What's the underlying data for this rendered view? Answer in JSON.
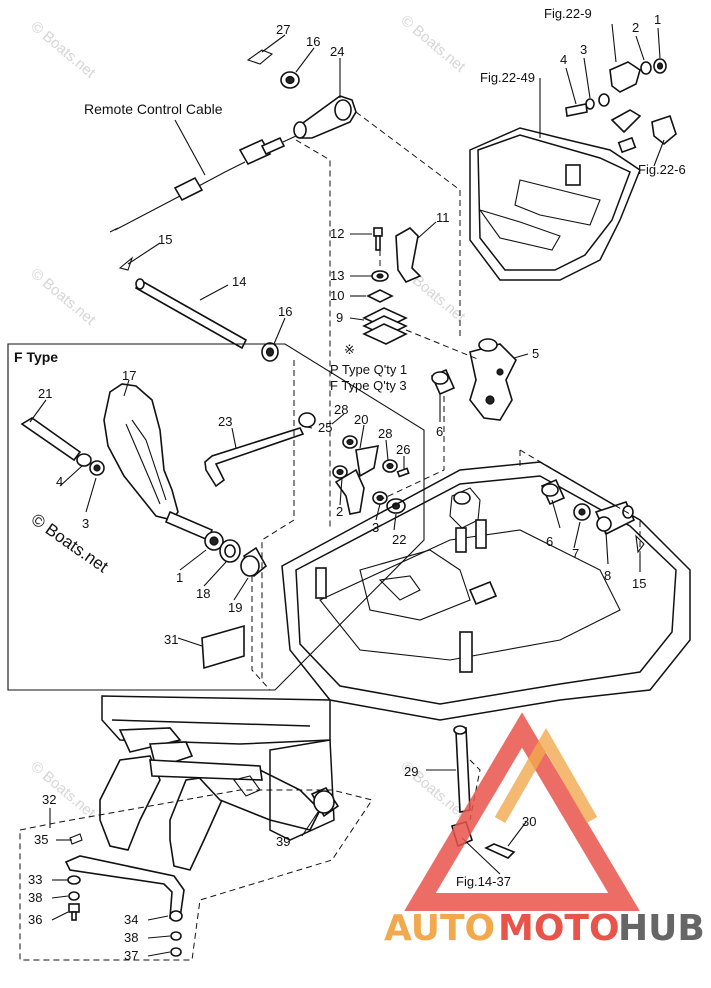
{
  "watermark": "© Boats.net",
  "captions": {
    "remote_control_cable": "Remote Control Cable",
    "f_type": "F Type",
    "fig_22_9": "Fig.22-9",
    "fig_22_49": "Fig.22-49",
    "fig_22_6": "Fig.22-6",
    "fig_14_37": "Fig.14-37",
    "p_type": "P Type  Q'ty 1",
    "f_type_qty": "F Type  Q'ty 3",
    "note_mark": "※"
  },
  "callouts": {
    "c1": "1",
    "c2": "2",
    "c3": "3",
    "c4": "4",
    "c5": "5",
    "c6": "6",
    "c7": "7",
    "c8": "8",
    "c9": "9",
    "c10": "10",
    "c11": "11",
    "c12": "12",
    "c13": "13",
    "c14": "14",
    "c15": "15",
    "c16": "16",
    "c17": "17",
    "c18": "18",
    "c19": "19",
    "c20": "20",
    "c21": "21",
    "c22": "22",
    "c23": "23",
    "c24": "24",
    "c25": "25",
    "c26": "26",
    "c27": "27",
    "c28": "28",
    "c29": "29",
    "c30": "30",
    "c31": "31",
    "c32": "32",
    "c33": "33",
    "c34": "34",
    "c35": "35",
    "c36": "36",
    "c37": "37",
    "c38": "38",
    "c39": "39"
  },
  "logo": {
    "auto": "AUTO",
    "moto": "MOTO",
    "hub": "HUB",
    "colors": {
      "orange": "#f2a94e",
      "red": "#e8534a",
      "gray": "#666666"
    }
  }
}
